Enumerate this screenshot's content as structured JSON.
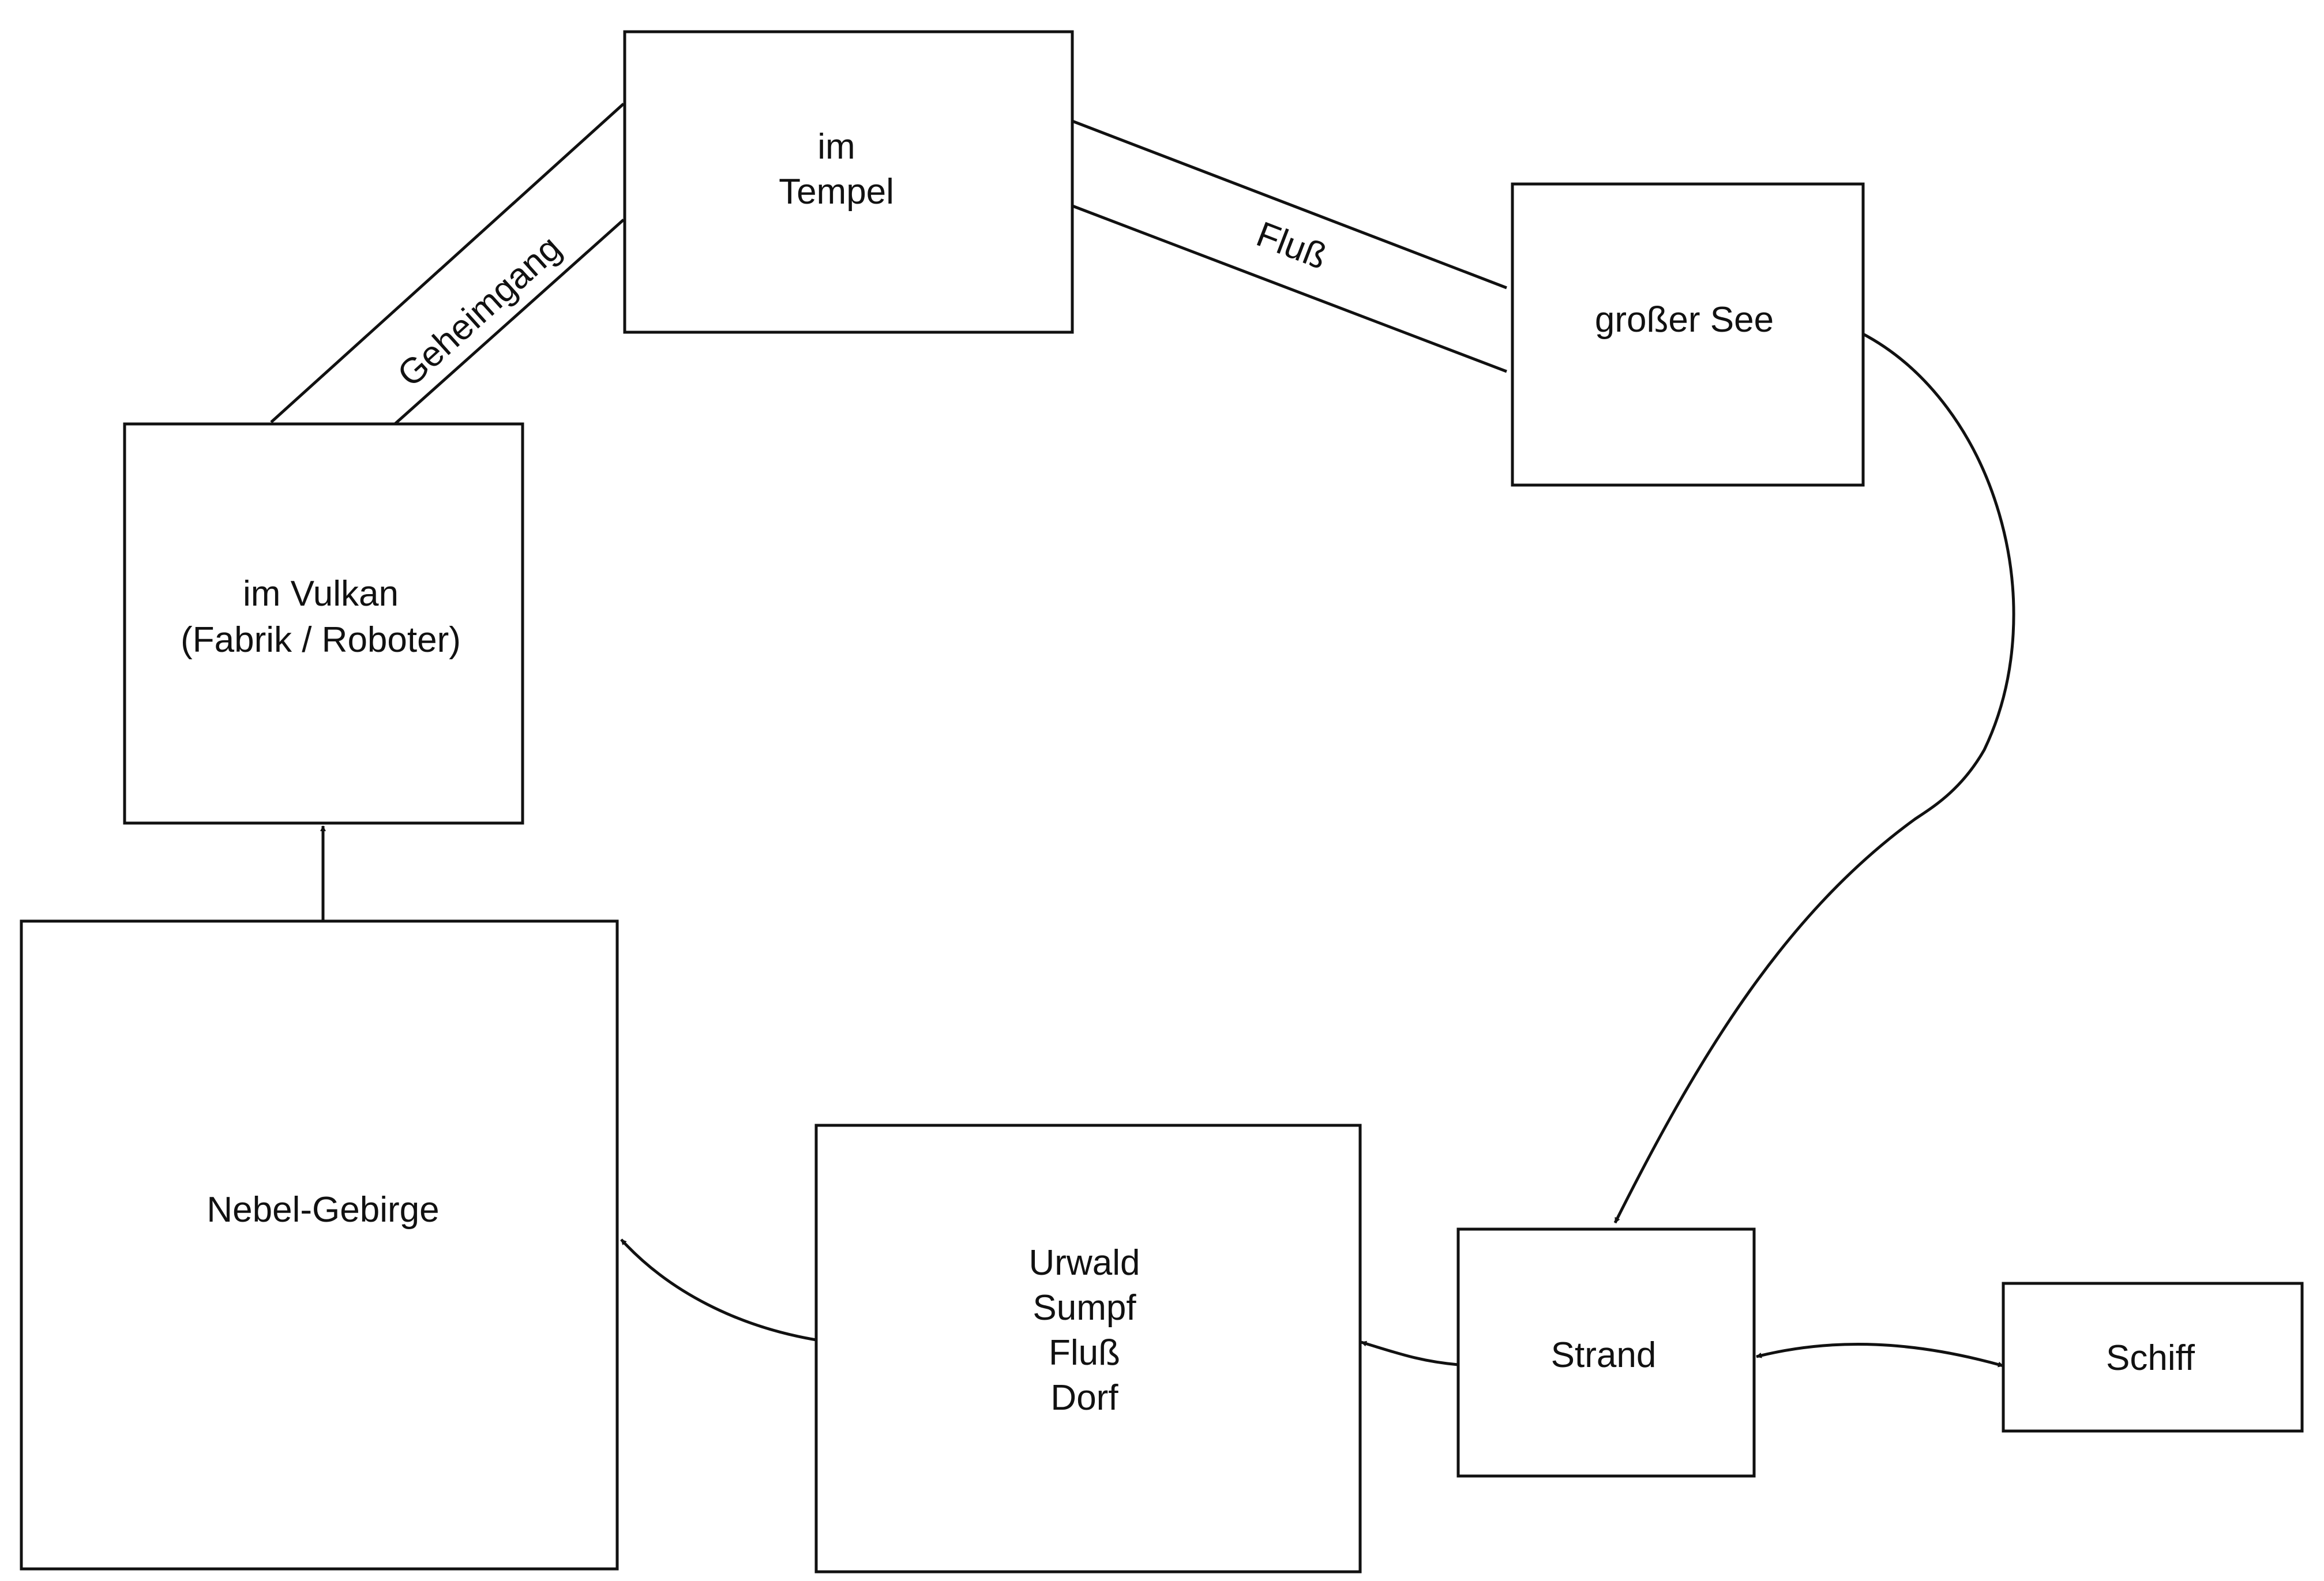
{
  "diagram": {
    "nodes": {
      "tempel": {
        "lines": [
          "im",
          "Tempel"
        ]
      },
      "see": {
        "lines": [
          "großer See"
        ]
      },
      "vulkan": {
        "lines": [
          "im Vulkan",
          "(Fabrik / Roboter)"
        ]
      },
      "nebel": {
        "lines": [
          "Nebel-Gebirge"
        ]
      },
      "urwald": {
        "lines": [
          "Urwald",
          "Sumpf",
          "Fluß",
          "Dorf"
        ]
      },
      "strand": {
        "lines": [
          "Strand"
        ]
      },
      "schiff": {
        "lines": [
          "Schiff"
        ]
      }
    },
    "connections": {
      "geheimgang": {
        "label": "Geheimgang",
        "from": "vulkan",
        "to": "tempel"
      },
      "fluss": {
        "label": "Fluß",
        "from": "tempel",
        "to": "see"
      },
      "see_strand": {
        "from": "see",
        "to": "strand",
        "arrow": "to"
      },
      "strand_urwald": {
        "from": "strand",
        "to": "urwald",
        "arrow": "to"
      },
      "urwald_nebel": {
        "from": "urwald",
        "to": "nebel",
        "arrow": "to"
      },
      "nebel_vulkan": {
        "from": "nebel",
        "to": "vulkan",
        "arrow": "to"
      },
      "strand_schiff": {
        "from": "strand",
        "to": "schiff",
        "arrow": "both"
      }
    }
  }
}
